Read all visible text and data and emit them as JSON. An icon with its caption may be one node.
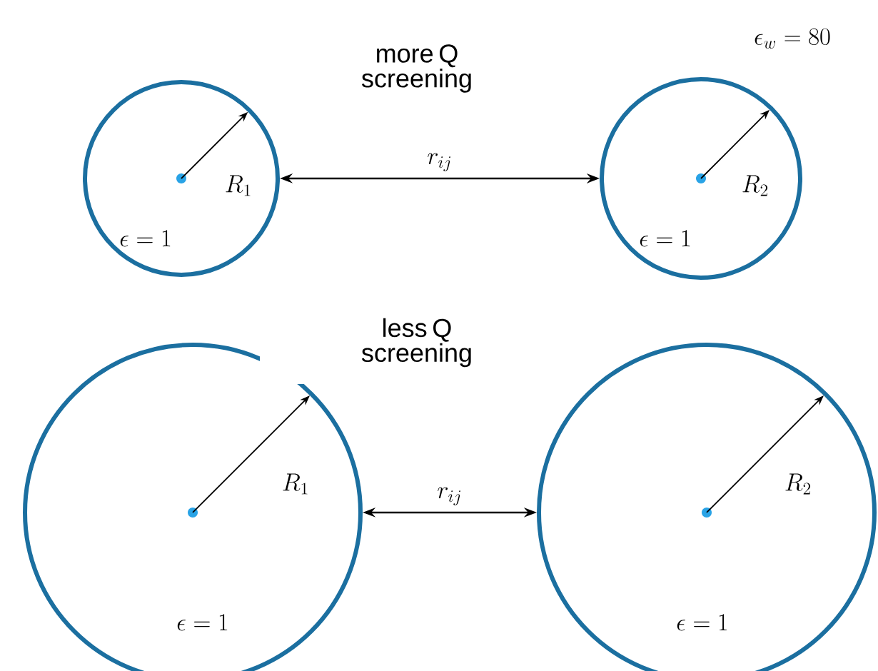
{
  "diagram": {
    "nodes": [
      {
        "text": [
          "R_{1}",
          "\\epsilon = 1"
        ]
      },
      {
        "text": [
          "R_{2}",
          "\\epsilon = 1"
        ]
      },
      {
        "text": [
          "R_{1}",
          "\\epsilon = 1"
        ]
      },
      {
        "text": [
          "R_{2}",
          "\\epsilon = 1"
        ]
      }
    ],
    "edges": [
      {
        "from": 0,
        "to": 1,
        "arrow": "both",
        "label": "r_{ij}"
      },
      {
        "from": 2,
        "to": 3,
        "arrow": "both",
        "label": "r_{ij}"
      }
    ],
    "labels": [
      "more Q screening",
      "\\epsilon_{w} = 80",
      "less Q screening"
    ]
  }
}
